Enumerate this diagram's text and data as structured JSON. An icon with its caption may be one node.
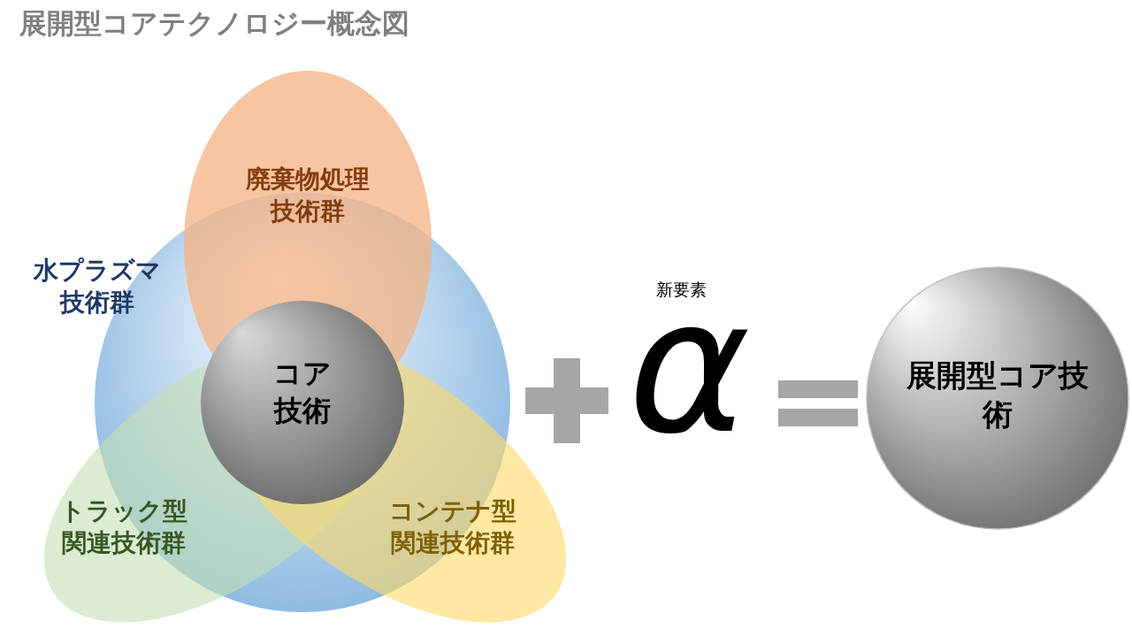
{
  "diagram": {
    "title": "展開型コアテクノロジー概念図",
    "nodes": [
      {
        "text": [
          "廃棄物処理技術群"
        ]
      },
      {
        "text": [
          "水プラズマ技術群"
        ]
      },
      {
        "text": [
          "コア技術"
        ],
        "in": 1
      },
      {
        "text": [
          "トラック型関連技術群"
        ]
      },
      {
        "text": [
          "コンテナ型関連技術群"
        ]
      },
      {
        "text": [
          "展開型コア技術"
        ]
      }
    ],
    "labels": [
      "新要素",
      "α"
    ]
  }
}
